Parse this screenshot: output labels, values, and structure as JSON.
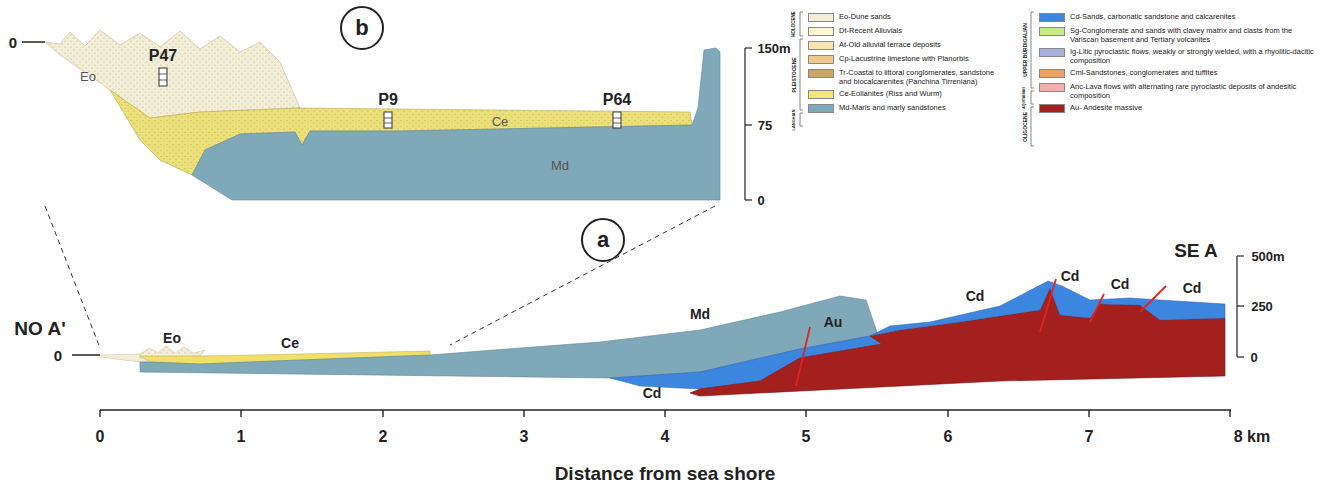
{
  "diagram": {
    "nodes": [
      {
        "text": [
          "b"
        ]
      },
      {
        "text": [
          "a"
        ]
      }
    ],
    "labels": [
      "P47",
      "P9",
      "P64",
      "0",
      "150m",
      "75",
      "0",
      "Eo",
      "Ce",
      "Md",
      "HOLOCENE",
      "PLEISTOCENE",
      "LANGHIAN",
      "UPPER BURDIGALIAN",
      "AQUITANIAN",
      "OLIGOCENE",
      "NO A'",
      "SE A",
      "0",
      "Eo",
      "Ce",
      "Md",
      "Cd",
      "Au",
      "Cd",
      "Cd",
      "Cd",
      "Cd",
      "500m",
      "250",
      "0",
      "0",
      "1",
      "2",
      "3",
      "4",
      "5",
      "6",
      "7",
      "8 km",
      "Distance from sea shore"
    ],
    "legend": [
      {
        "text": "Eo-Dune sands",
        "color": "#f3eed8"
      },
      {
        "text": "Dt-Recent Alluvials",
        "color": "#fdf8d2"
      },
      {
        "text": "At-Old alluvial terrace deposits",
        "color": "#f9e2b4"
      },
      {
        "text": "Cp-Lacustrine limestone with Planorbis",
        "color": "#efc88c"
      },
      {
        "text": "Tr-Coastal to littoral conglomerates, sandstone and biocalcarenites (Panchina Tirreniana)",
        "color": "#c9a56a"
      },
      {
        "text": "Ce-Eolianites (Riss and Wurm)",
        "color": "#f3e77a"
      },
      {
        "text": "Md-Marls and marly sandstones",
        "color": "#7fa9b9"
      },
      {
        "text": "Cd-Sands, carbonatic sandstone and calcarenites",
        "color": "#3d86e0"
      },
      {
        "text": "Sg-Conglomerate and sands with clavey matrix and clasts from the Variscan basement and Tertiary volcanites",
        "color": "#c6e98a"
      },
      {
        "text": "Ig-Litic pyroclastic flows, weakly or strongly welded, with a rhyolitic-dacitic composition",
        "color": "#a9b0e0"
      },
      {
        "text": "Cml-Sandstones, conglomerates and tuffites",
        "color": "#e9a362"
      },
      {
        "text": "Anc-Lava flows with alternating rare pyroclastic deposits of andesitic composition",
        "color": "#f0b0b0"
      },
      {
        "text": "Au- Andesite massive",
        "color": "#a3201f"
      }
    ]
  }
}
